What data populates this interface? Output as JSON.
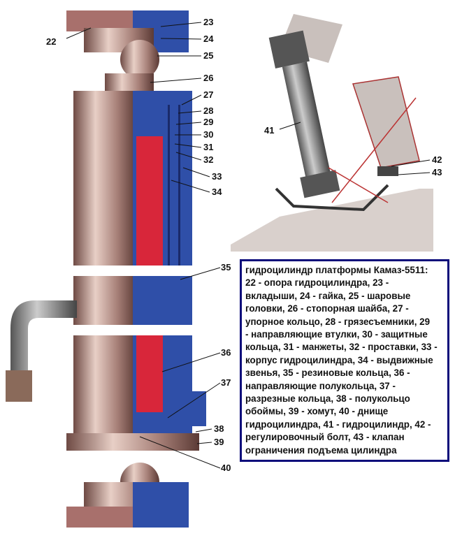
{
  "figure": {
    "callouts": [
      "22",
      "23",
      "24",
      "25",
      "26",
      "27",
      "28",
      "29",
      "30",
      "31",
      "32",
      "33",
      "34",
      "35",
      "36",
      "37",
      "38",
      "39",
      "40",
      "41",
      "42",
      "43"
    ],
    "colors": {
      "housing": "#2f4fa8",
      "piston": "#d8263a",
      "body": "#b08c84",
      "border": "#0a0a7a"
    }
  },
  "caption": {
    "lines": [
      "гидроцилиндр платформы Камаз-5511:",
      "22 - опора гидроцилиндра, 23 -",
      "вкладыши, 24 - гайка, 25 - шаровые",
      "головки, 26 - стопорная шайба, 27 -",
      "упорное кольцо, 28 - грязесъемники, 29",
      "- направляющие втулки, 30 - защитные",
      "кольца, 31 - манжеты, 32 - проставки, 33 -",
      "корпус гидроцилиндра, 34 - выдвижные",
      "звенья, 35 - резиновые кольца, 36 -",
      "направляющие полукольца, 37 -",
      "разрезные кольца, 38 - полукольцо",
      "обоймы, 39 - хомут, 40 - днище",
      "гидроцилиндра, 41 - гидроцилиндр, 42 -",
      "регулировочный болт, 43 - клапан",
      "ограничения подъема цилиндра"
    ]
  }
}
